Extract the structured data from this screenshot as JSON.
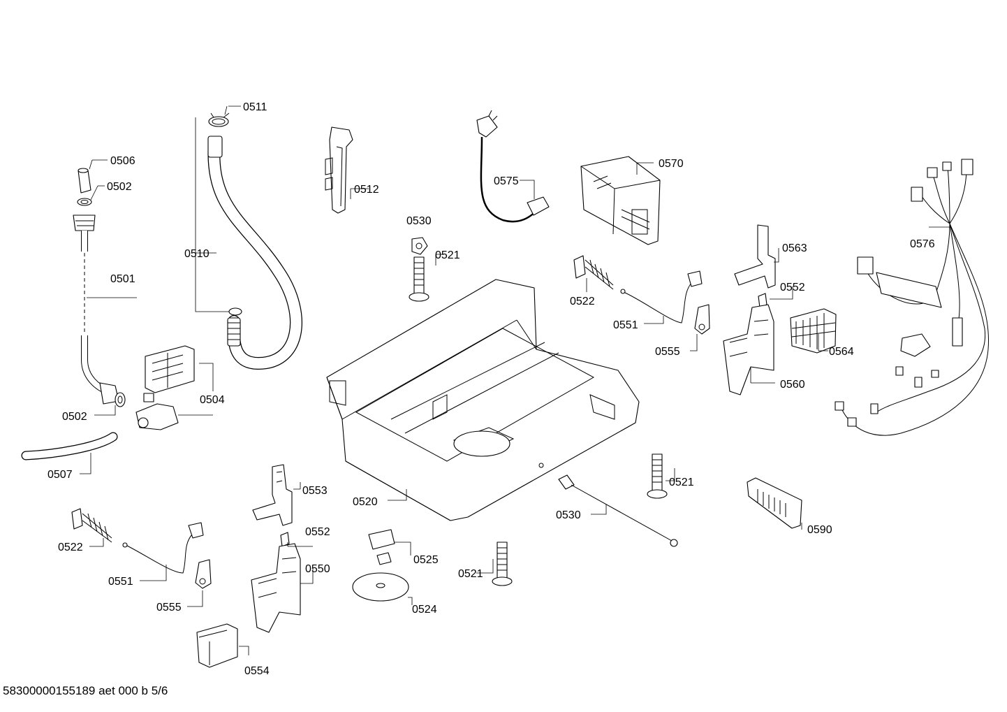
{
  "document_code": "58300000155189 aet 000 b 5/6",
  "labels": {
    "l0511": "0511",
    "l0506": "0506",
    "l0502a": "0502",
    "l0501": "0501",
    "l0510": "0510",
    "l0512": "0512",
    "l0575": "0575",
    "l0570": "0570",
    "l0576": "0576",
    "l0530a": "0530",
    "l0521a": "0521",
    "l0563": "0563",
    "l0552a": "0552",
    "l0522a": "0522",
    "l0551a": "0551",
    "l0555a": "0555",
    "l0564": "0564",
    "l0560": "0560",
    "l0504": "0504",
    "l0502b": "0502",
    "l0507": "0507",
    "l0553": "0553",
    "l0520": "0520",
    "l0521b": "0521",
    "l0530b": "0530",
    "l0590": "0590",
    "l0522b": "0522",
    "l0552b": "0552",
    "l0550": "0550",
    "l0525": "0525",
    "l0551b": "0551",
    "l0521c": "0521",
    "l0555b": "0555",
    "l0524": "0524",
    "l0554": "0554"
  }
}
